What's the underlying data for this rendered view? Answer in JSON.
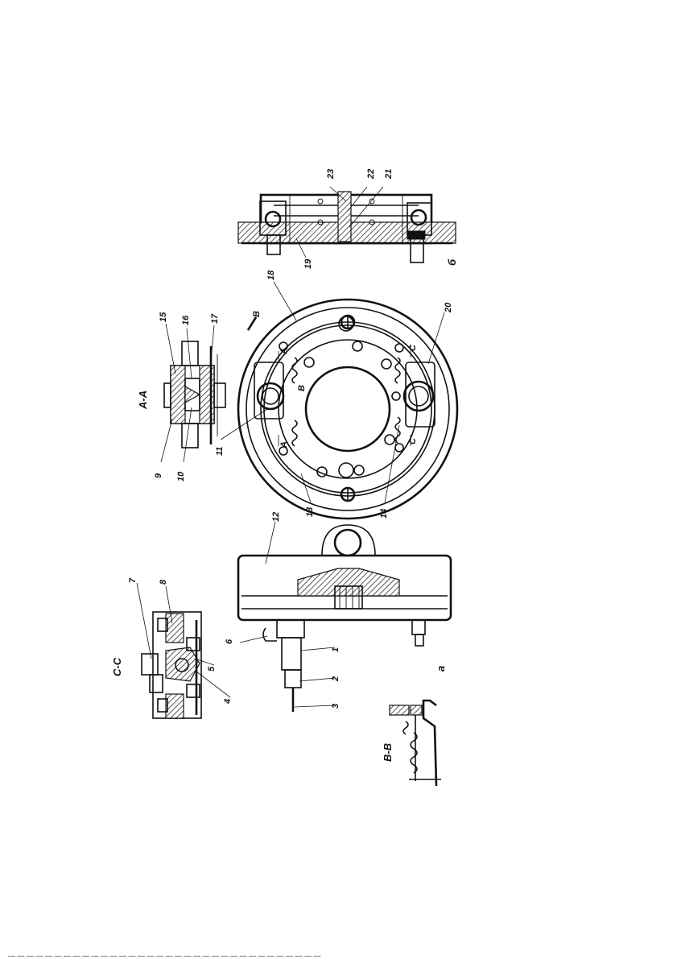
{
  "part_labels": [
    "1",
    "2",
    "3",
    "4",
    "5",
    "6",
    "7",
    "8",
    "9",
    "10",
    "11",
    "12",
    "13",
    "14",
    "15",
    "16",
    "17",
    "18",
    "19",
    "20",
    "21",
    "22",
    "23"
  ],
  "section_labels": {
    "cc": "С-С",
    "aa": "А-А",
    "bb": "В-В"
  },
  "view_labels": {
    "a": "а",
    "b": "б"
  },
  "marker_letters": {
    "a1": "A",
    "a2": "A",
    "c1": "C",
    "c2": "C",
    "b_arrow": "B",
    "b_mid": "B"
  },
  "bottom_text": "— — — — — — — — — — — — — — — — — — — — — — — — — — — — — — — — — —"
}
